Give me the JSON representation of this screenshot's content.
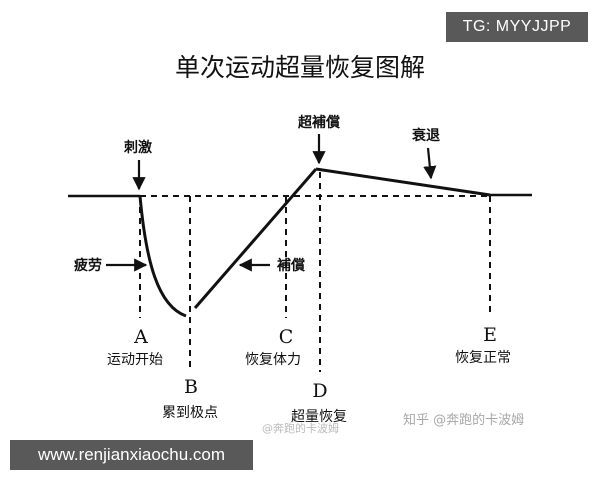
{
  "title": "单次运动超量恢复图解",
  "watermarks": {
    "top_right": "TG: MYYJJPP",
    "bottom_left": "www.renjianxiaochu.com",
    "weibo": "@奔跑的卡波姆",
    "zhihu": "知乎 @奔跑的卡波姆"
  },
  "arrow_labels": {
    "stimulus": "刺激",
    "fatigue": "疲劳",
    "compensation": "補償",
    "super_compensation": "超補償",
    "decline": "衰退"
  },
  "points": {
    "A": {
      "letter": "A",
      "caption": "运动开始"
    },
    "B": {
      "letter": "B",
      "caption": "累到极点"
    },
    "C": {
      "letter": "C",
      "caption": "恢复体力"
    },
    "D": {
      "letter": "D",
      "caption": "超量恢复"
    },
    "E": {
      "letter": "E",
      "caption": "恢复正常"
    }
  },
  "colors": {
    "ink": "#111111",
    "badge_bg": "#595959",
    "badge_text": "#ffffff",
    "watermark": "#bbbbbb"
  }
}
